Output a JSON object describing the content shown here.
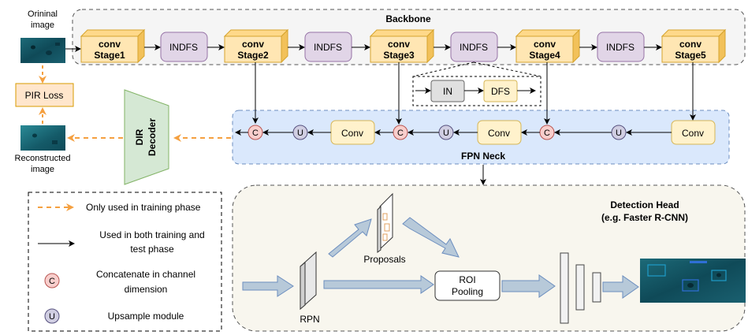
{
  "input": {
    "label_line1": "Orininal",
    "label_line2": "image"
  },
  "output": {
    "label_line1": "Reconstructed",
    "label_line2": "image"
  },
  "pir_loss": {
    "label": "PIR Loss"
  },
  "decoder": {
    "label_line1": "DIR",
    "label_line2": "Decoder"
  },
  "backbone": {
    "title": "Backbone",
    "stages": [
      {
        "line1": "conv",
        "line2": "Stage1"
      },
      {
        "line1": "conv",
        "line2": "Stage2"
      },
      {
        "line1": "conv",
        "line2": "Stage3"
      },
      {
        "line1": "conv",
        "line2": "Stage4"
      },
      {
        "line1": "conv",
        "line2": "Stage5"
      }
    ],
    "indfs_label": "INDFS",
    "detail": {
      "in_label": "IN",
      "dfs_label": "DFS"
    }
  },
  "fpn": {
    "title": "FPN Neck",
    "conv_label": "Conv",
    "concat_symbol": "C",
    "upsample_symbol": "U"
  },
  "head": {
    "title_line1": "Detection Head",
    "title_line2": "(e.g. Faster R-CNN)",
    "rpn_label": "RPN",
    "proposals_label": "Proposals",
    "roi_line1": "ROI",
    "roi_line2": "Pooling"
  },
  "legend": {
    "dashed_label": "Only used in training phase",
    "solid_line1": "Used in both training and",
    "solid_line2": "test phase",
    "concat_symbol": "C",
    "concat_line1": "Concatenate in channel",
    "concat_line2": "dimension",
    "upsample_symbol": "U",
    "upsample_label": "Upsample module"
  },
  "colors": {
    "stage_fill": "#ffe6b3",
    "stage_stroke": "#d6a42e",
    "indfs_fill": "#e1d5e7",
    "indfs_stroke": "#9673a6",
    "concat_fill": "#f8cecc",
    "concat_stroke": "#b85450",
    "upsample_fill": "#d0cee2",
    "upsample_stroke": "#56517e",
    "fpn_bg": "#dae8fc",
    "fpn_stroke": "#6c8ebf",
    "conv_fill": "#fff2cc",
    "conv_stroke": "#d6b656",
    "decoder_fill": "#d5e8d4",
    "decoder_stroke": "#82b366",
    "dashed_arrow": "#f5a040",
    "head_bg": "#f8f6ee",
    "big_arrow": "#b7c9d9",
    "in_fill": "#e0e0e0",
    "dfs_fill": "#fff2cc"
  }
}
